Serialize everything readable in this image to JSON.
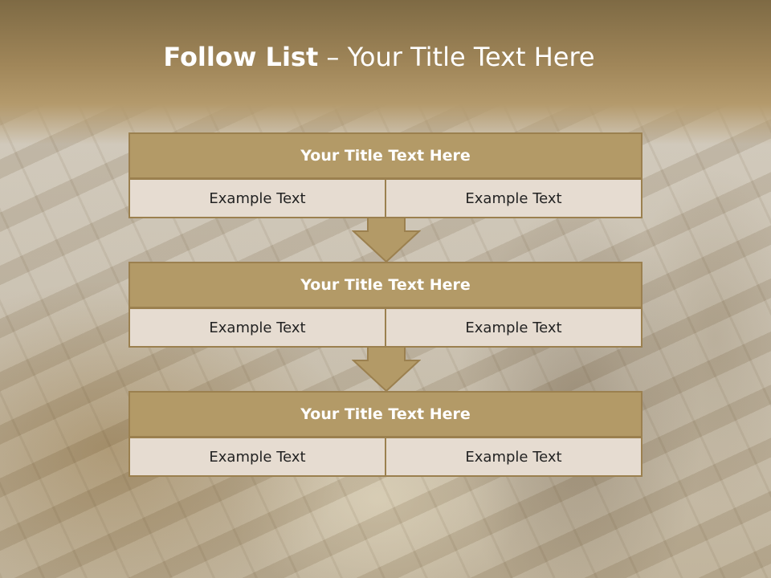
{
  "slide": {
    "title_bold": "Follow List",
    "title_rest": " – Your Title Text Here"
  },
  "steps": [
    {
      "title": "Your Title Text Here",
      "left": "Example Text",
      "right": "Example Text"
    },
    {
      "title": "Your Title Text Here",
      "left": "Example Text",
      "right": "Example Text"
    },
    {
      "title": "Your Title Text Here",
      "left": "Example Text",
      "right": "Example Text"
    }
  ],
  "colors": {
    "header_fill": "#b39a67",
    "border": "#9b804f",
    "cell_fill": "#e6dcd1",
    "title_text": "#ffffff"
  }
}
